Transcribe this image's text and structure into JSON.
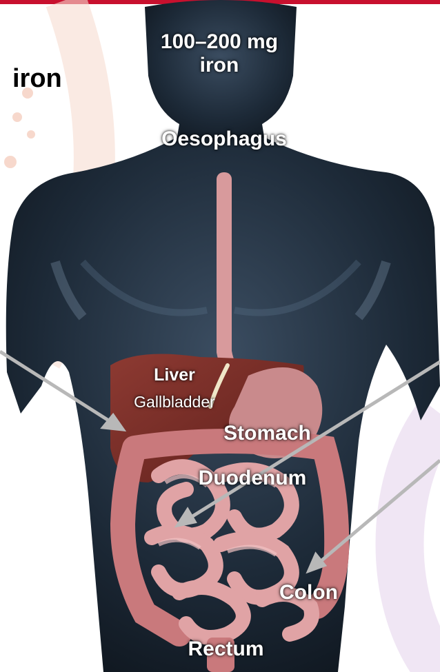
{
  "title": "iron",
  "intake_label": {
    "line1": "100–200 mg",
    "line2": "iron"
  },
  "organs": {
    "oesophagus": "Oesophagus",
    "liver": "Liver",
    "gallbladder": "Gallbladder",
    "stomach": "Stomach",
    "duodenum": "Duodenum",
    "colon": "Colon",
    "rectum": "Rectum"
  },
  "colors": {
    "brand_red": "#c8102e",
    "body_dark": "#1d2a38",
    "organ_pink": "#d68f8f",
    "liver_brown": "#7a2a24",
    "arrow_gray": "#b8b8b8"
  }
}
